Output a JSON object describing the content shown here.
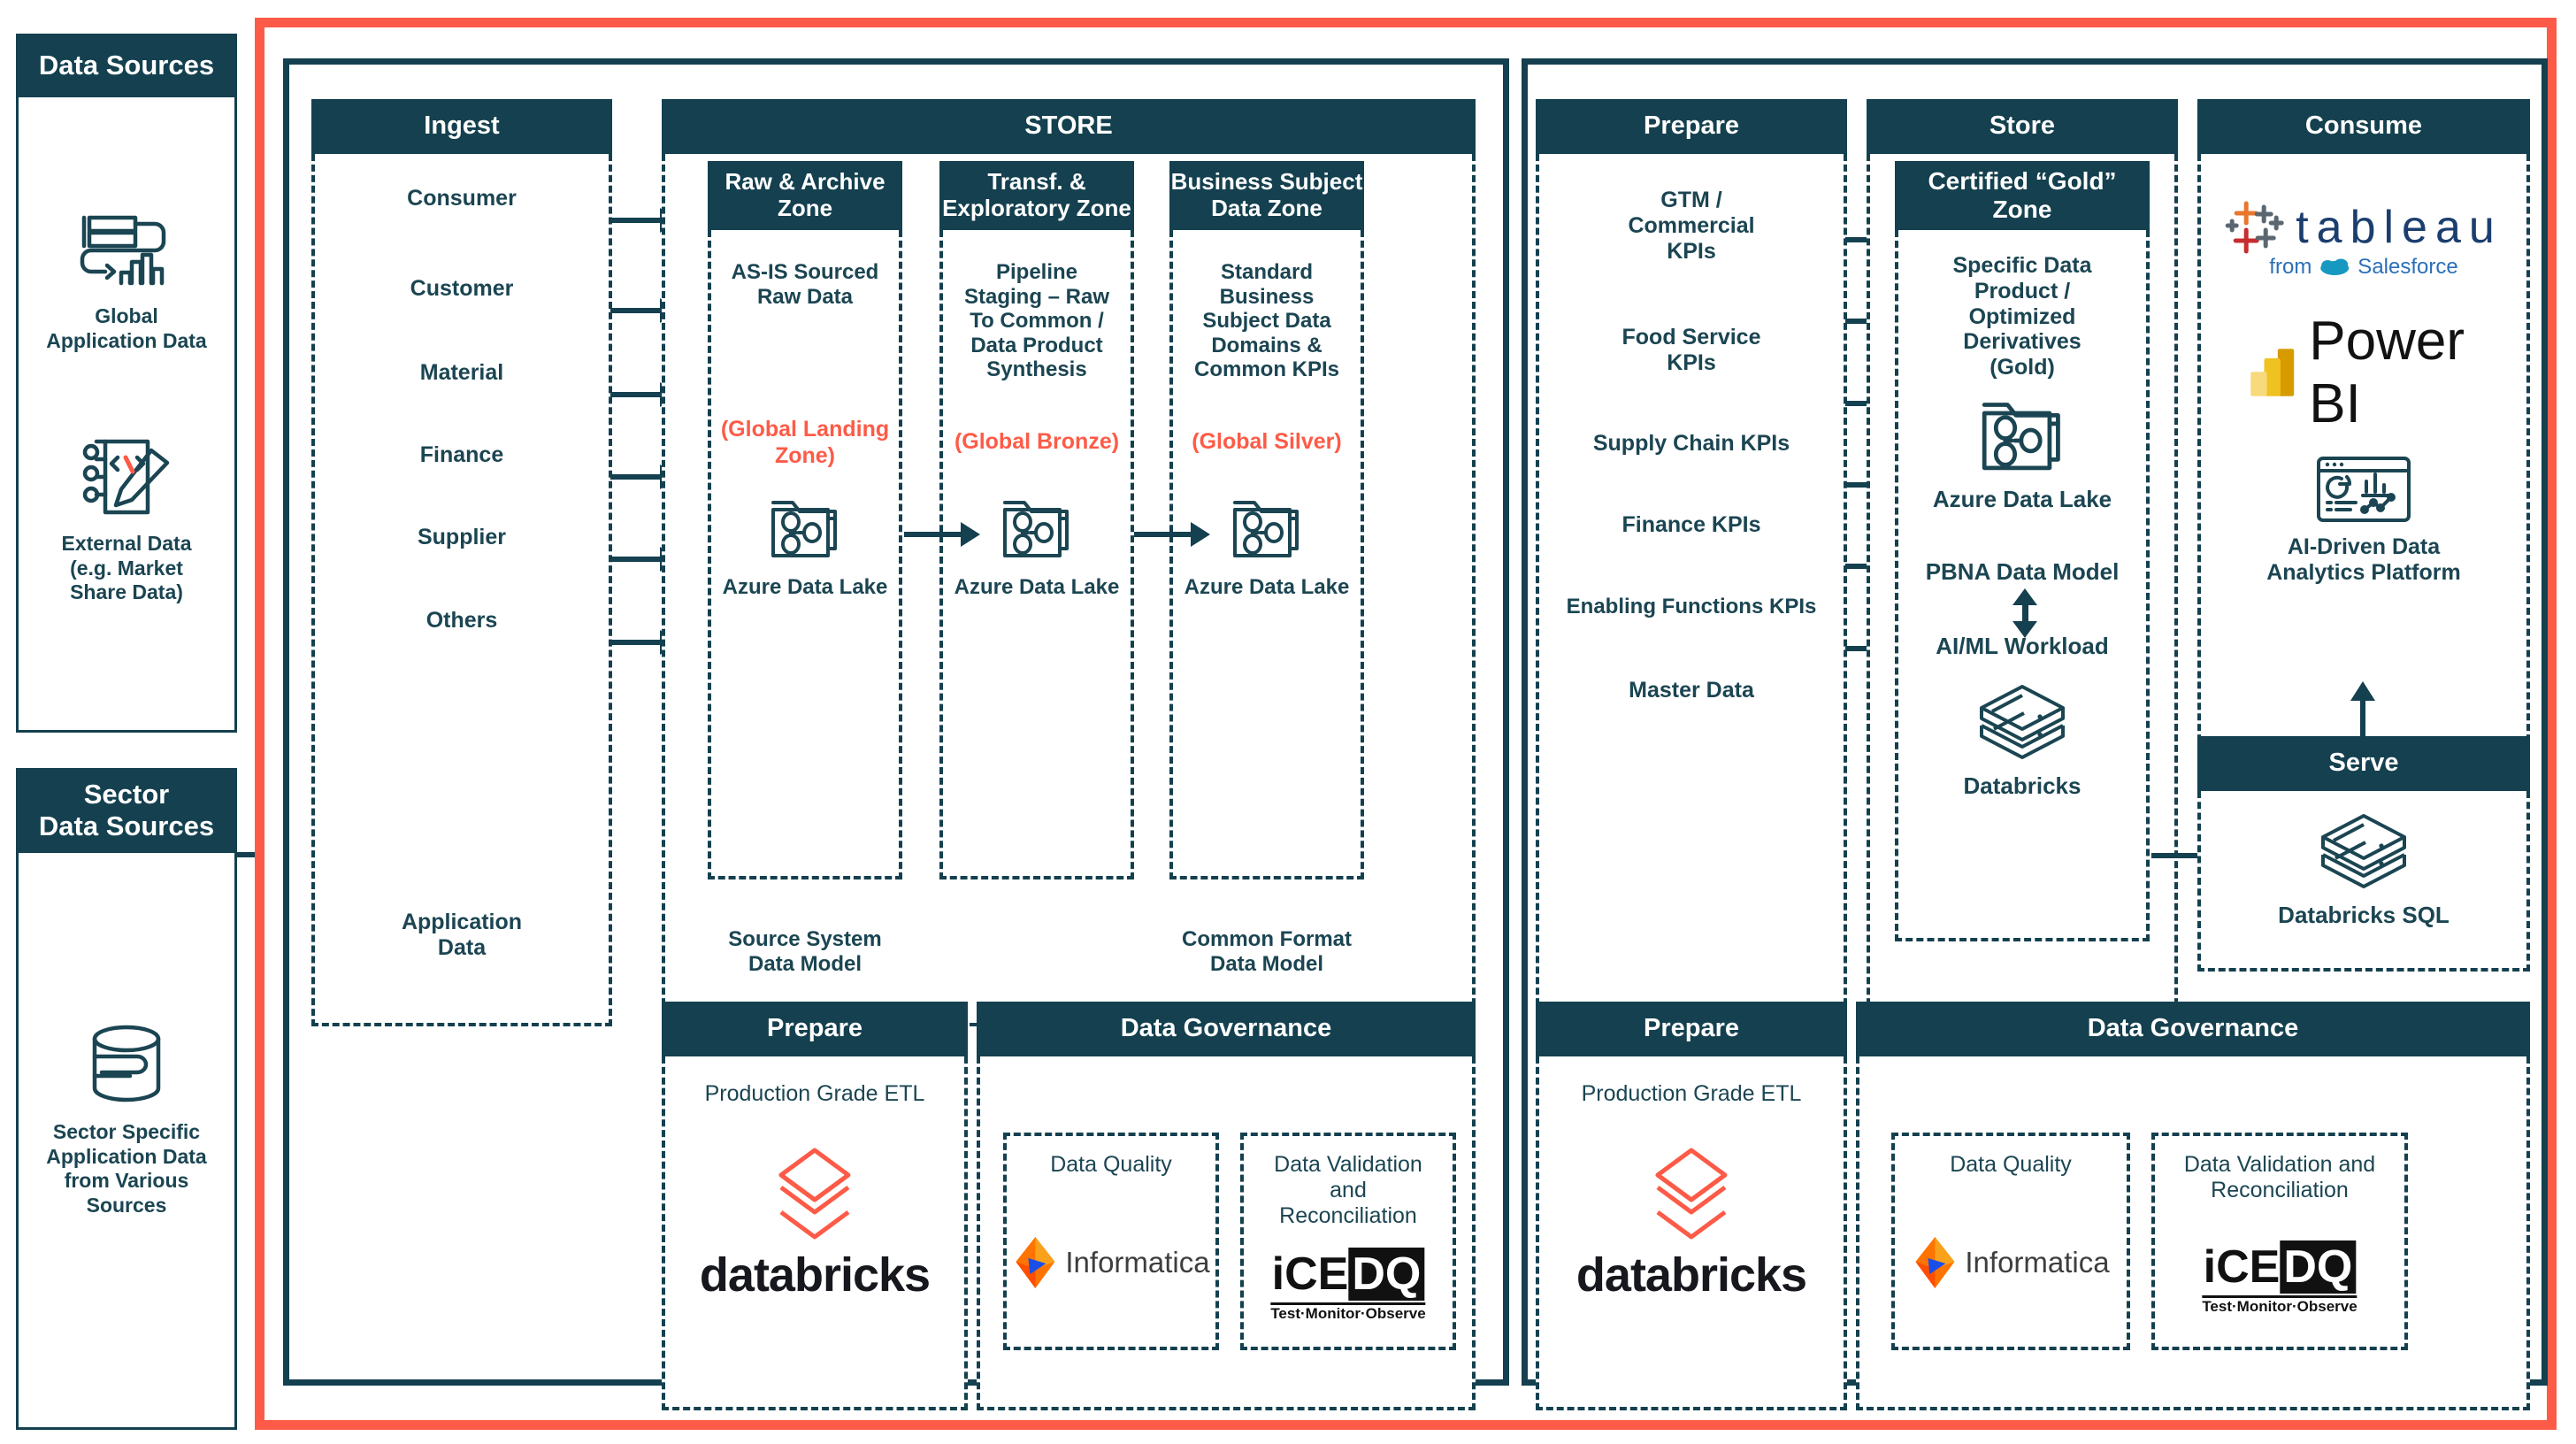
{
  "sources": {
    "global": {
      "title": "Data Sources",
      "items": [
        {
          "icon": "database-chart-icon",
          "label": "Global\nApplication Data"
        },
        {
          "icon": "code-document-pencil-icon",
          "label": "External Data\n(e.g. Market\nShare Data)"
        }
      ]
    },
    "sector": {
      "title": "Sector\nData Sources",
      "items": [
        {
          "icon": "database-cylinder-icon",
          "label": "Sector Specific\nApplication Data\nfrom Various\nSources"
        }
      ]
    }
  },
  "left_panel": {
    "ingest": {
      "title": "Ingest",
      "items": [
        "Consumer",
        "Customer",
        "Material",
        "Finance",
        "Supplier",
        "Others"
      ],
      "footer_label": "Application\nData"
    },
    "store": {
      "title": "STORE",
      "zones": [
        {
          "title": "Raw & Archive\nZone",
          "description": "AS-IS Sourced\nRaw Data",
          "tag": "(Global Landing\nZone)",
          "service_icon": "azure-data-lake-icon",
          "service_label": "Azure Data Lake",
          "model_label": "Source System\nData Model"
        },
        {
          "title": "Transf. &\nExploratory Zone",
          "description": "Pipeline\nStaging – Raw\nTo Common /\nData Product\nSynthesis",
          "tag": "(Global Bronze)",
          "service_icon": "azure-data-lake-icon",
          "service_label": "Azure Data Lake",
          "model_label": ""
        },
        {
          "title": "Business Subject\nData Zone",
          "description": "Standard\nBusiness\nSubject Data\nDomains &\nCommon KPIs",
          "tag": "(Global Silver)",
          "service_icon": "azure-data-lake-icon",
          "service_label": "Azure Data Lake",
          "model_label": "Common Format\nData Model"
        }
      ]
    },
    "prepare": {
      "title": "Prepare",
      "caption": "Production Grade ETL",
      "logo_icon": "databricks-logo",
      "logo_label": "databricks"
    },
    "governance": {
      "title": "Data Governance",
      "cards": [
        {
          "label": "Data Quality",
          "logo_icon": "informatica-logo",
          "logo_label": "Informatica"
        },
        {
          "label": "Data Validation\nand\nReconciliation",
          "logo_icon": "icedq-logo",
          "logo_label": "iCEDQ",
          "logo_sub": "Test·Monitor·Observe"
        }
      ]
    }
  },
  "right_panel": {
    "prepare": {
      "title": "Prepare",
      "items": [
        "GTM /\nCommercial\nKPIs",
        "Food Service\nKPIs",
        "Supply Chain KPIs",
        "Finance KPIs",
        "Enabling Functions KPIs",
        "Master Data"
      ]
    },
    "store": {
      "title": "Store",
      "zone": {
        "title": "Certified “Gold”\nZone",
        "description": "Specific Data\nProduct /\nOptimized\nDerivatives\n(Gold)",
        "service_icon": "azure-data-lake-icon",
        "service_label": "Azure Data Lake",
        "model_label": "PBNA Data Model",
        "workload_label": "AI/ML Workload",
        "platform_icon": "databricks-stack-icon",
        "platform_label": "Databricks"
      }
    },
    "consume": {
      "title": "Consume",
      "items": [
        {
          "icon": "tableau-logo",
          "label": "tableau",
          "sub": "from Salesforce"
        },
        {
          "icon": "powerbi-logo",
          "label": "Power BI"
        },
        {
          "icon": "analytics-dashboard-icon",
          "label": "AI-Driven Data\nAnalytics Platform"
        }
      ]
    },
    "serve": {
      "title": "Serve",
      "icon": "databricks-stack-icon",
      "label": "Databricks SQL"
    },
    "prepare_bottom": {
      "title": "Prepare",
      "caption": "Production Grade ETL",
      "logo_icon": "databricks-logo",
      "logo_label": "databricks"
    },
    "governance": {
      "title": "Data Governance",
      "cards": [
        {
          "label": "Data Quality",
          "logo_icon": "informatica-logo",
          "logo_label": "Informatica"
        },
        {
          "label": "Data Validation and\nReconciliation",
          "logo_icon": "icedq-logo",
          "logo_label": "iCEDQ",
          "logo_sub": "Test·Monitor·Observe"
        }
      ]
    }
  },
  "colors": {
    "dark_teal": "#14404F",
    "coral": "#FD5B47",
    "text_teal": "#1B4552",
    "white": "#FFFFFF"
  }
}
